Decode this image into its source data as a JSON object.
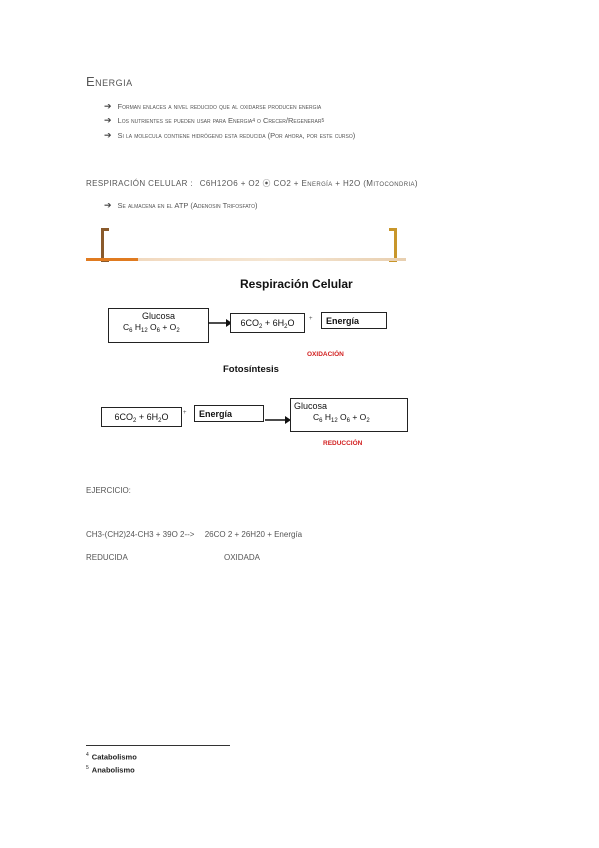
{
  "heading": "Energia",
  "bullets": [
    "Forman enlaces a nivel reducido que al oxidarse producen energia",
    "Los nutrientes se pueden usar para Energia",
    "o Crecer/Regenerar",
    "Si la molecula contiene hidrógeno esta reducida (Por ahora, por este curso)"
  ],
  "footnote_marks": [
    "4",
    "5"
  ],
  "resp_line": {
    "label": "RESPIRACIÓN CELULAR :",
    "formula": "C6H12O6 + O2 ⦿ CO2 + Energía + H2O (Mitocondria)"
  },
  "atp_bullet": "Se almacena en el ATP (Adenosin Trifosfato)",
  "colors": {
    "orange": "#e07b20",
    "brown": "#8a5a2b",
    "gold": "#c8962a",
    "red": "#d22020"
  },
  "diagram": {
    "title": "Respiración Celular",
    "glucosa_box": {
      "name": "Glucosa",
      "formula_parts": [
        "C",
        "6",
        " H",
        "12",
        " O",
        "6",
        " + O",
        "2"
      ]
    },
    "co2_box": [
      "6CO",
      "2",
      " + 6H",
      "2",
      "O"
    ],
    "plus": "+",
    "energia": "Energía",
    "oxidacion": "OXIDACIÓN",
    "foto_title": "Fotosíntesis",
    "co2_box2": [
      "6CO",
      "2",
      " + 6H",
      "2",
      "O"
    ],
    "plus2": "+",
    "energia2": "Energía",
    "glucosa_box2": {
      "name": "Glucosa",
      "formula_parts": [
        "C",
        "6",
        " H",
        "12",
        " O",
        "6",
        " + O",
        "2"
      ]
    },
    "reduccion": "REDUCCIÓN"
  },
  "ejercicio": {
    "label": "EJERCICIO:",
    "equation_left": "CH3-(CH2)24-CH3 + 39O 2-->",
    "equation_right": "26CO 2 + 26H20 + Energía",
    "reducida": "REDUCIDA",
    "oxidada": "OXIDADA"
  },
  "footnotes": [
    {
      "mark": "4",
      "text": "Catabolismo"
    },
    {
      "mark": "5",
      "text": "Anabolismo"
    }
  ]
}
